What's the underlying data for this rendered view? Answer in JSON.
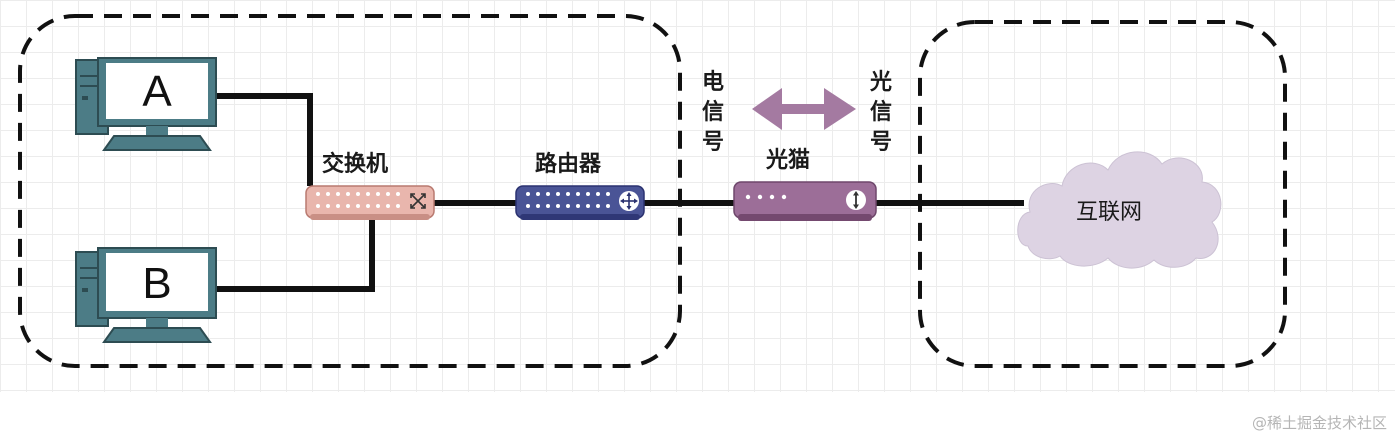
{
  "computers": {
    "a_label": "A",
    "b_label": "B"
  },
  "devices": {
    "switch_label": "交换机",
    "router_label": "路由器",
    "modem_label": "光猫"
  },
  "signals": {
    "electric": "电信号",
    "optical": "光信号"
  },
  "internet_label": "互联网",
  "watermark": "@稀土掘金技术社区",
  "colors": {
    "switch": "#e9b6ad",
    "router": "#4a5496",
    "modem": "#9c6e98",
    "arrow": "#a47aa1",
    "cloud": "#ddd3e3",
    "computer": "#4c7c86"
  }
}
